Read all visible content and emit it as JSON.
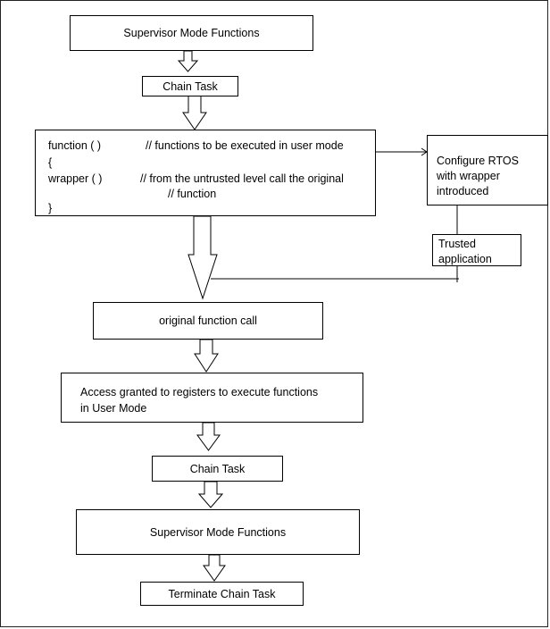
{
  "steps": {
    "supervisor_top": "Supervisor Mode Functions",
    "chain_task_top": "Chain Task",
    "code": {
      "line1_code": "function ( )",
      "line1_comment": "// functions to be executed in user mode",
      "open_brace": "{",
      "line2_code": "wrapper ( )",
      "line2_comment": "// from the untrusted level call the original",
      "line3_comment": "// function",
      "close_brace": "}"
    },
    "configure_rtos": [
      "Configure RTOS",
      "with wrapper",
      "introduced"
    ],
    "trusted_application": [
      "Trusted",
      "application"
    ],
    "original_call": "original function call",
    "access_granted": [
      "Access granted to registers to execute functions",
      "in User Mode"
    ],
    "chain_task_bottom": "Chain Task",
    "supervisor_bottom": "Supervisor Mode Functions",
    "terminate": "Terminate Chain Task"
  }
}
